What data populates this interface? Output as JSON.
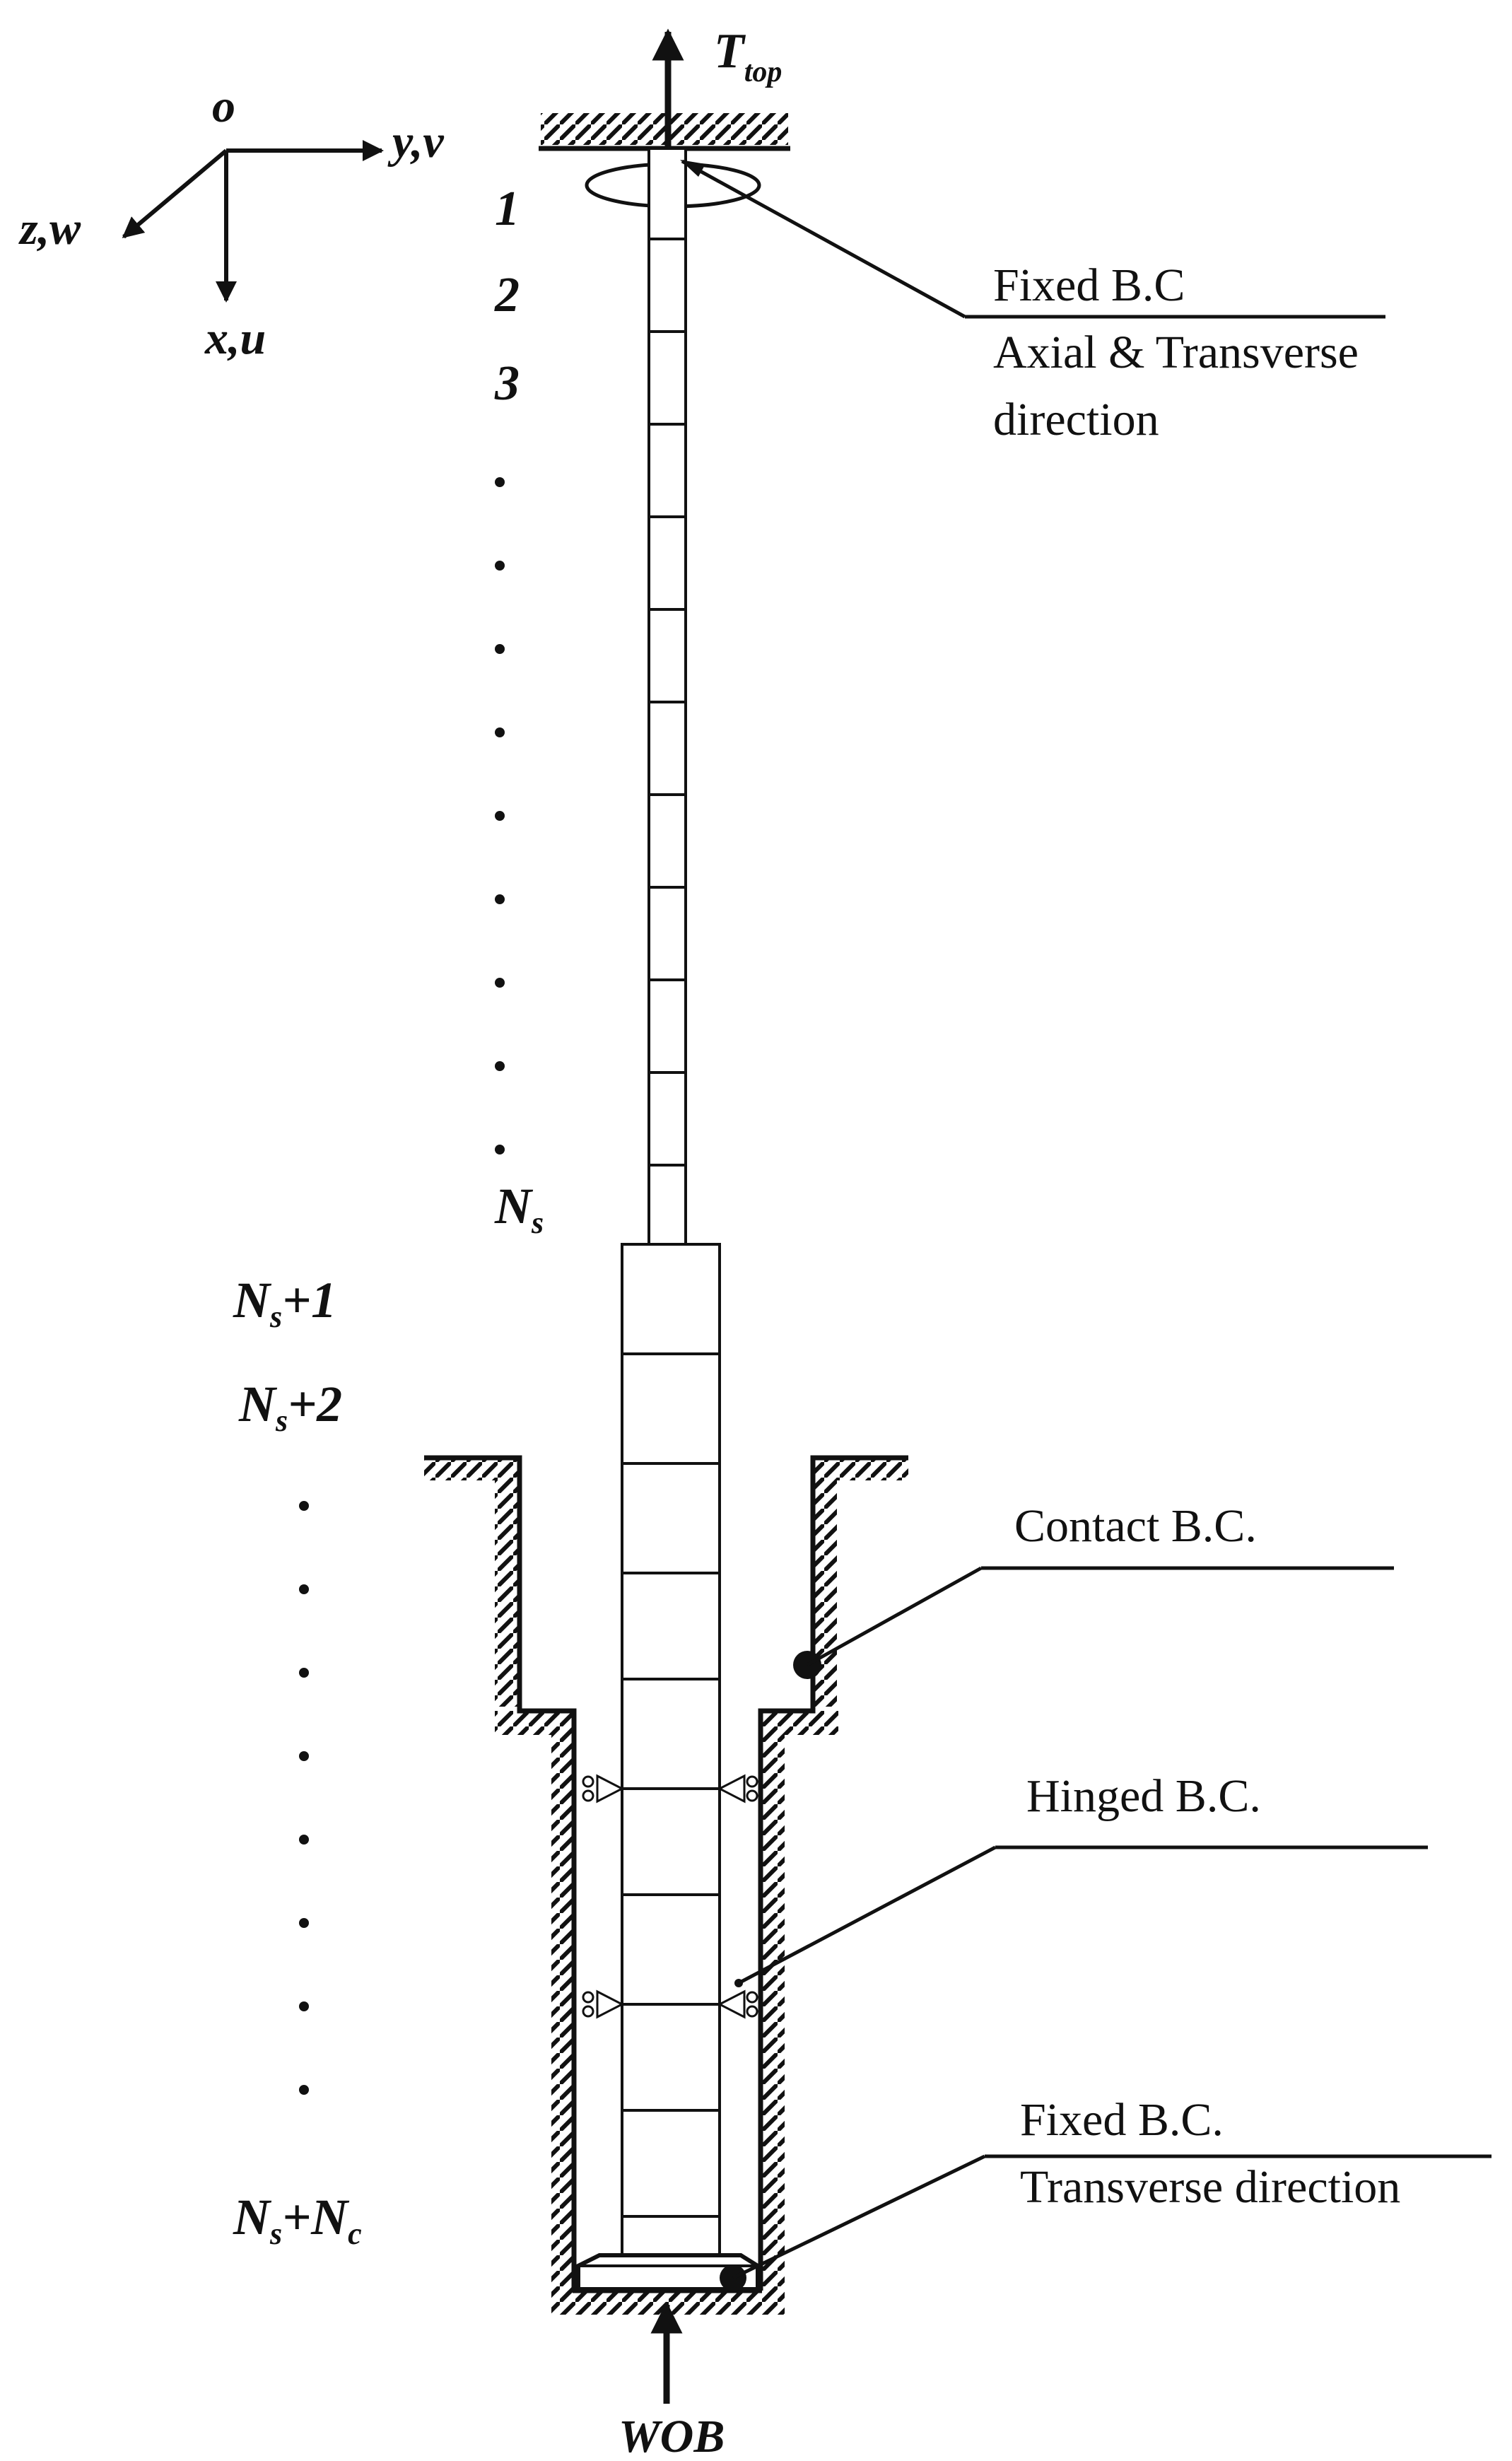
{
  "axes": {
    "origin": "o",
    "y_label": "y,v",
    "z_label": "z,w",
    "x_label": "x,u"
  },
  "loads": {
    "top_torque_main": "T",
    "top_torque_sub": "top",
    "bottom_force": "WOB"
  },
  "drillstring": {
    "segments": {
      "first": "1",
      "second": "2",
      "third": "3",
      "last_main": "N",
      "last_sub": "s"
    },
    "collars": {
      "first_pre": "N",
      "first_sub": "s",
      "first_post": "+1",
      "second_pre": "N",
      "second_sub": "s",
      "second_post": "+2",
      "last_pre": "N",
      "last_sub1": "s",
      "last_mid": "+N",
      "last_sub2": "c"
    }
  },
  "boundary_conditions": {
    "top_line1": "Fixed B.C",
    "top_line2": "Axial & Transverse",
    "top_line3": "direction",
    "contact": "Contact B.C.",
    "hinged": "Hinged B.C.",
    "bottom_line1": "Fixed B.C.",
    "bottom_line2": "Transverse direction"
  }
}
